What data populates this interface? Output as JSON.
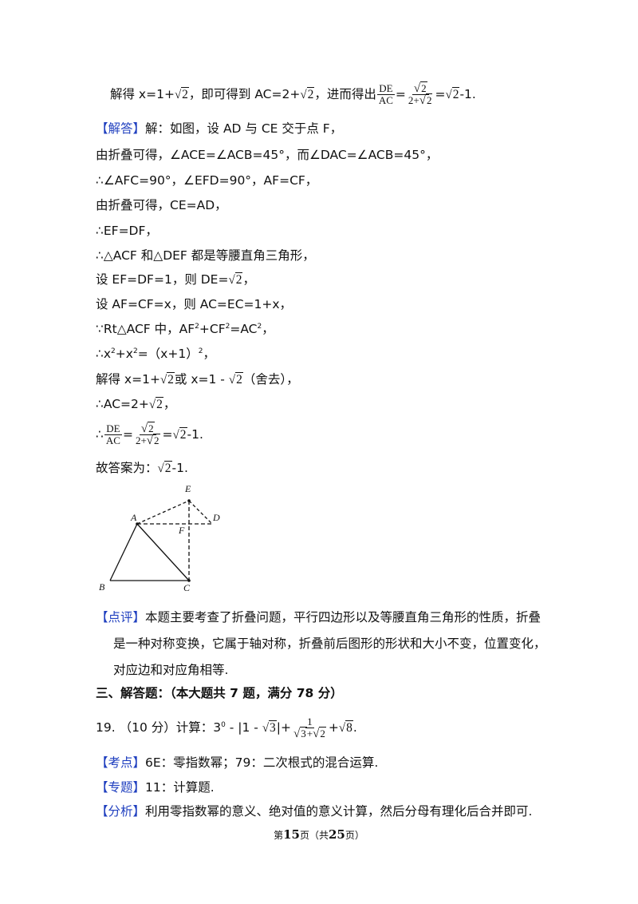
{
  "lines": {
    "l1_a": "解得 x=1+",
    "l1_b": "，即可得到 AC=2+",
    "l1_c": "，进而得出",
    "l1_d": "-1.",
    "jieda_tag": "【解答】",
    "jieda_text": "解：如图，设 AD 与 CE 交于点 F，",
    "l3": "由折叠可得，∠ACE=∠ACB=45°，而∠DAC=∠ACB=45°，",
    "l4": "∴∠AFC=90°，∠EFD=90°，AF=CF，",
    "l5": "由折叠可得，CE=AD，",
    "l6": "∴EF=DF，",
    "l7": "∴△ACF 和△DEF 都是等腰直角三角形，",
    "l8_a": "设 EF=DF=1，则 DE=",
    "l8_b": "，",
    "l9": "设 AF=CF=x，则 AC=EC=1+x，",
    "l10_a": "∵Rt△ACF 中，AF",
    "l10_b": "+CF",
    "l10_c": "=AC",
    "l10_d": "，",
    "l11_a": "∴x",
    "l11_b": "+x",
    "l11_c": "=（x+1）",
    "l11_d": "，",
    "l12_a": "解得 x=1+",
    "l12_b": "或 x=1 - ",
    "l12_c": "（舍去），",
    "l13_a": "∴AC=2+",
    "l13_b": "，",
    "l14_a": "∴",
    "l14_b": "-1.",
    "l15_a": "故答案为：",
    "l15_b": "-1.",
    "dianping_tag": "【点评】",
    "dianping_1": "本题主要考查了折叠问题，平行四边形以及等腰直角三角形的性质，折叠",
    "dianping_2": "是一种对称变换，它属于轴对称，折叠前后图形的形状和大小不变，位置变化，",
    "dianping_3": "对应边和对应角相等.",
    "section": "三、解答题：（本大题共 7 题，满分 78 分）",
    "q19_a": "19. （10 分）计算：3",
    "q19_b": " - |1 - ",
    "q19_c": "|+",
    "q19_d": ".",
    "kaodian_tag": "【考点】",
    "kaodian_text": "6E：零指数幂；79：二次根式的混合运算.",
    "zhuanti_tag": "【专题】",
    "zhuanti_text": "11：计算题.",
    "fenxi_tag": "【分析】",
    "fenxi_text": "利用零指数幂的意义、绝对值的意义计算，然后分母有理化后合并即可."
  },
  "math": {
    "sqrt2": "2",
    "sqrt3": "3",
    "sqrt8": "8",
    "two": "2",
    "zero": "0",
    "one": "1",
    "de": "DE",
    "ac": "AC",
    "den_2sqrt2": "2+",
    "den_sqrt3": "",
    "plus": "+"
  },
  "figure": {
    "labels": [
      "E",
      "A",
      "D",
      "F",
      "B",
      "C"
    ]
  },
  "footer": {
    "pre": "第",
    "page": "15",
    "mid": "页（共",
    "total": "25",
    "post": "页）"
  }
}
